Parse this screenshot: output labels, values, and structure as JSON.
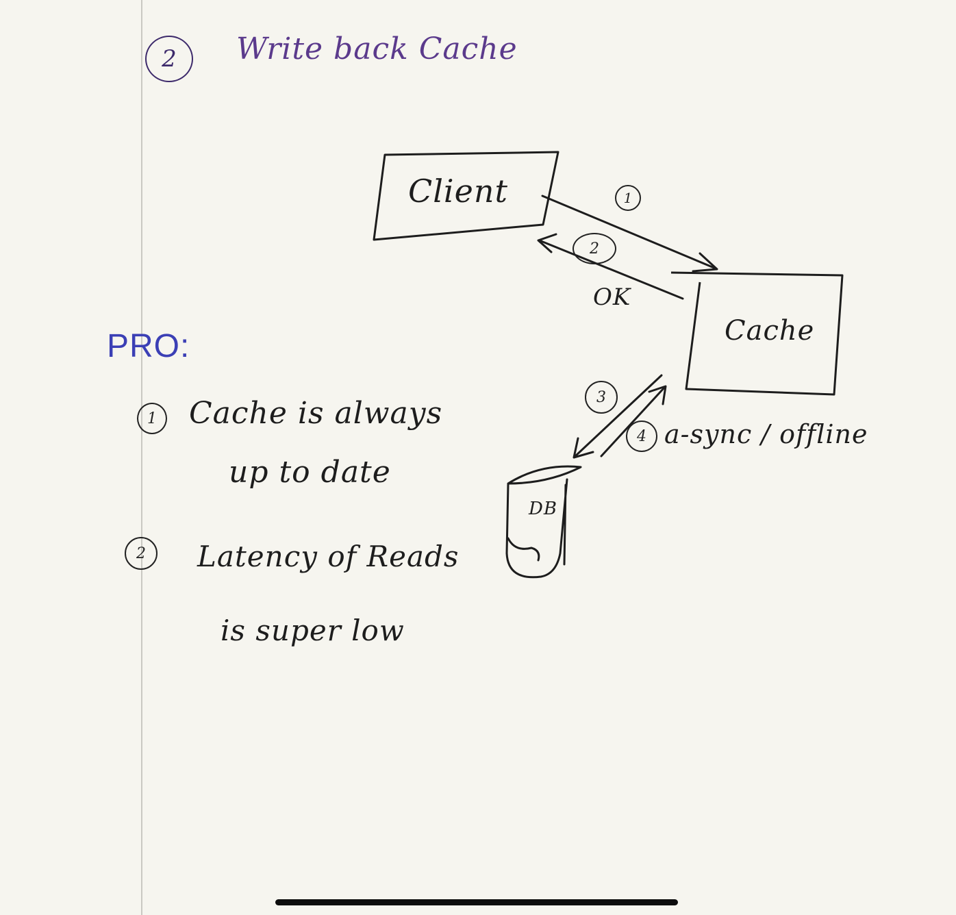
{
  "heading": {
    "number": "2",
    "title": "Write back Cache"
  },
  "diagram": {
    "client_label": "Client",
    "cache_label": "Cache",
    "db_label": "DB",
    "step1": "1",
    "step2": "2",
    "ok_label": "OK",
    "step3": "3",
    "step4": "4",
    "async_label": "a-sync / offline"
  },
  "pros": {
    "heading": "PRO:",
    "items": [
      {
        "number": "1",
        "line1": "Cache is always",
        "line2": "up to date"
      },
      {
        "number": "2",
        "line1": "Latency of Reads",
        "line2": "is super low"
      }
    ]
  }
}
